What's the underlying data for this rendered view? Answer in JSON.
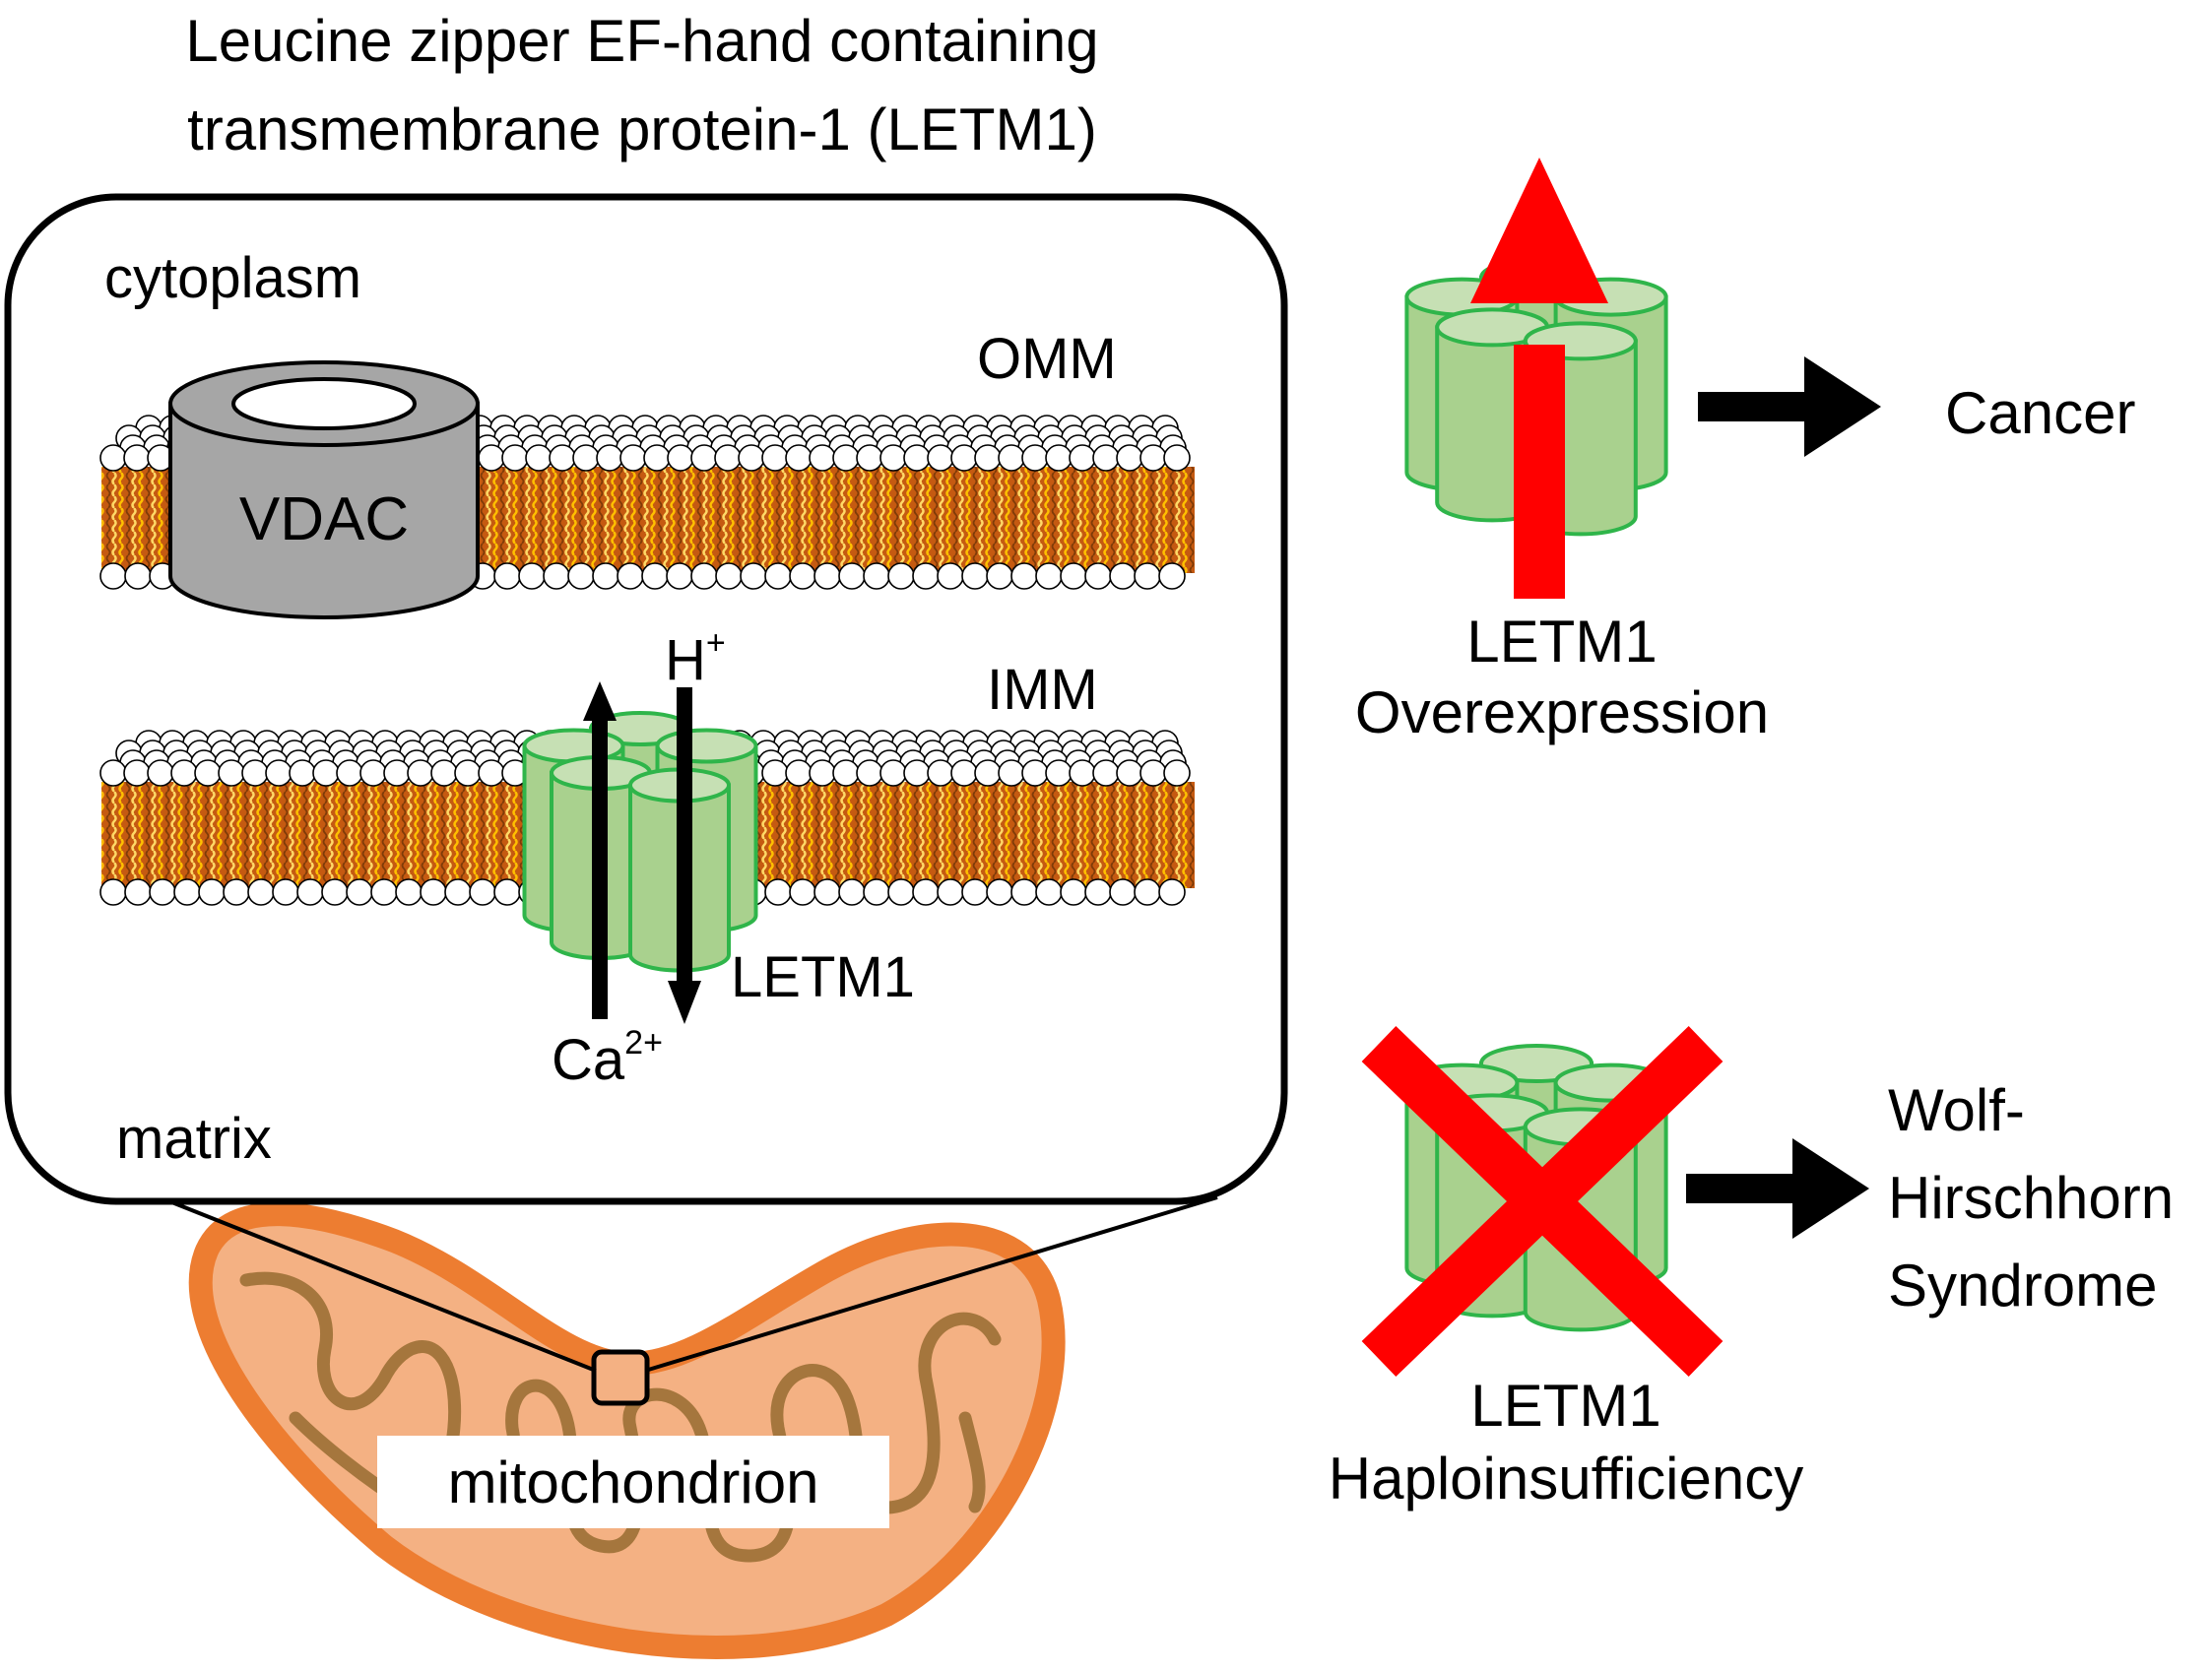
{
  "title": {
    "line1": "Leucine zipper EF-hand containing",
    "line2": "transmembrane protein-1 (LETM1)"
  },
  "inset": {
    "cytoplasm_label": "cytoplasm",
    "omm_label": "OMM",
    "imm_label": "IMM",
    "matrix_label": "matrix",
    "vdac_label": "VDAC",
    "proton_label": "H",
    "proton_charge": "+",
    "calcium_label": "Ca",
    "calcium_charge": "2+",
    "letm1_label": "LETM1"
  },
  "mitochondrion_label": "mitochondrion",
  "overexpression": {
    "line1": "LETM1",
    "line2": "Overexpression",
    "outcome": "Cancer"
  },
  "haploinsufficiency": {
    "line1": "LETM1",
    "line2": "Haploinsufficiency",
    "outcome_line1": "Wolf-",
    "outcome_line2": "Hirschhorn",
    "outcome_line3": "Syndrome"
  },
  "colors": {
    "channel_fill": "#a9d18e",
    "channel_stroke": "#2fb54a",
    "red": "#ff0000",
    "mito_outer": "#ed7d31",
    "mito_inner": "#f4b183",
    "cristae": "#a5763d",
    "vdac": "#a6a6a6",
    "tail_dark": "#c55a11",
    "tail_light": "#ffc000"
  }
}
